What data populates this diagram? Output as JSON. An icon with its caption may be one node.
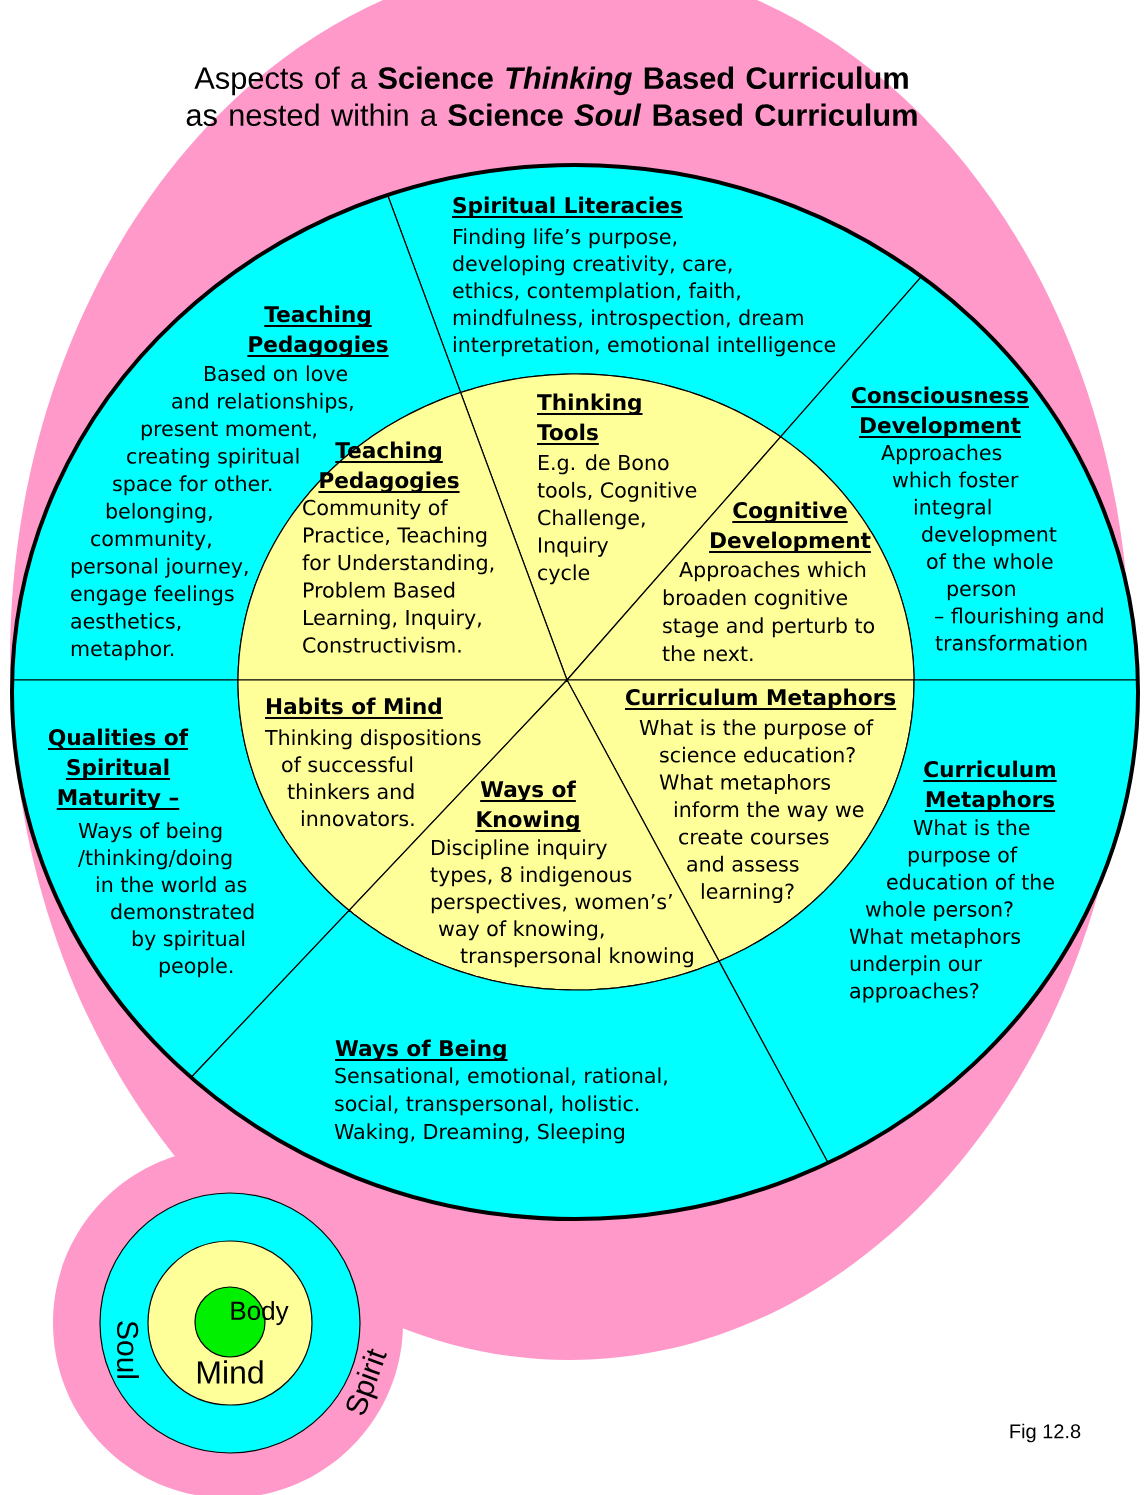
{
  "diagram": {
    "title": "Aspects of a **Science *Thinking* Based Curriculum** as nested within a **Science *Soul* Based Curriculum**",
    "nodes": [
      {
        "text": [
          "Spiritual Literacies",
          "Finding life’s purpose, developing creativity, care, ethics, contemplation, faith, mindfulness, introspection, dream interpretation, emotional intelligence"
        ]
      },
      {
        "text": [
          "Teaching Pedagogies",
          "Based on love and relationships, present moment, creating spiritual space for other. belonging, community, personal journey, engage feelings aesthetics, metaphor."
        ]
      },
      {
        "text": [
          "Thinking Tools",
          "E.g. de Bono tools, Cognitive Challenge, Inquiry cycle"
        ]
      },
      {
        "text": [
          "Teaching Pedagogies",
          "Community of Practice, Teaching for Understanding, Problem Based Learning, Inquiry, Constructivism."
        ]
      },
      {
        "text": [
          "Consciousness Development",
          "Approaches which foster integral development of the whole person – flourishing and transformation"
        ]
      },
      {
        "text": [
          "Cognitive Development",
          "Approaches which broaden cognitive stage and perturb to the next."
        ]
      },
      {
        "text": [
          "Qualities of Spiritual Maturity –",
          "Ways of being /thinking/doing in the world as demonstrated by spiritual people."
        ]
      },
      {
        "text": [
          "Habits of Mind",
          "Thinking dispositions of successful thinkers and innovators."
        ]
      },
      {
        "text": [
          "Curriculum Metaphors",
          "What is the purpose of science education? What metaphors inform the way we create courses and assess learning?"
        ]
      },
      {
        "text": [
          "Curriculum Metaphors",
          "What is the purpose of education of the whole person? What metaphors underpin our approaches?"
        ]
      },
      {
        "text": [
          "Ways of Knowing",
          "Discipline inquiry types, 8 indigenous perspectives, women’s’ way of knowing, transpersonal knowing"
        ]
      },
      {
        "text": [
          "Ways of Being",
          "Sensational, emotional, rational, social, transpersonal, holistic. Waking, Dreaming, Sleeping"
        ]
      },
      {
        "text": [
          "Soul"
        ]
      },
      {
        "text": [
          "Mind"
        ],
        "in": 12
      },
      {
        "text": [
          "Body"
        ],
        "in": 13
      }
    ],
    "labels": [
      "Spirit",
      "Fig 12.8"
    ]
  }
}
